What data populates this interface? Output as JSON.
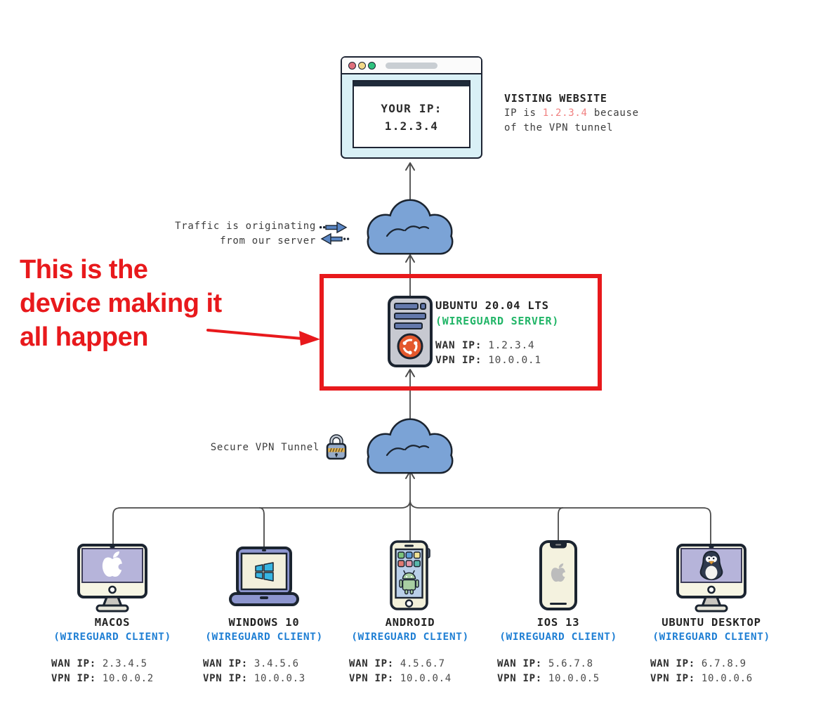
{
  "colors": {
    "accent_red": "#e8191c",
    "client_blue": "#1f7fd4",
    "server_green": "#21b567",
    "ip_salmon": "#f08080",
    "cloud_blue": "#7ba3d6",
    "outline_dark": "#1b2430"
  },
  "browser": {
    "your_ip_label": "YOUR IP:",
    "your_ip_value": "1.2.3.4"
  },
  "website_note": {
    "title": "VISTING WEBSITE",
    "line1_pre": "IP is ",
    "ip": "1.2.3.4",
    "line1_post": " because",
    "line2": "of the VPN tunnel"
  },
  "traffic_label": {
    "line1": "Traffic is originating",
    "line2": "from our server"
  },
  "annotation": {
    "line1": "This is the",
    "line2": "device making it",
    "line3": "all happen"
  },
  "tunnel_label": "Secure VPN Tunnel",
  "server": {
    "icon": "server-tower-ubuntu-icon",
    "name": "UBUNTU 20.04 LTS",
    "role": "(WIREGUARD SERVER)",
    "wan_label": "WAN IP:",
    "wan_value": "1.2.3.4",
    "vpn_label": "VPN IP:",
    "vpn_value": "10.0.0.1"
  },
  "clients": [
    {
      "icon": "imac-apple-icon",
      "name": "MACOS",
      "role": "(WIREGUARD CLIENT)",
      "wan_label": "WAN IP:",
      "wan_value": "2.3.4.5",
      "vpn_label": "VPN IP:",
      "vpn_value": "10.0.0.2"
    },
    {
      "icon": "laptop-windows-icon",
      "name": "WINDOWS 10",
      "role": "(WIREGUARD CLIENT)",
      "wan_label": "WAN IP:",
      "wan_value": "3.4.5.6",
      "vpn_label": "VPN IP:",
      "vpn_value": "10.0.0.3"
    },
    {
      "icon": "phone-android-icon",
      "name": "ANDROID",
      "role": "(WIREGUARD CLIENT)",
      "wan_label": "WAN IP:",
      "wan_value": "4.5.6.7",
      "vpn_label": "VPN IP:",
      "vpn_value": "10.0.0.4"
    },
    {
      "icon": "phone-iphone-icon",
      "name": "IOS 13",
      "role": "(WIREGUARD CLIENT)",
      "wan_label": "WAN IP:",
      "wan_value": "5.6.7.8",
      "vpn_label": "VPN IP:",
      "vpn_value": "10.0.0.5"
    },
    {
      "icon": "imac-tux-icon",
      "name": "UBUNTU DESKTOP",
      "role": "(WIREGUARD CLIENT)",
      "wan_label": "WAN IP:",
      "wan_value": "6.7.8.9",
      "vpn_label": "VPN IP:",
      "vpn_value": "10.0.0.6"
    }
  ]
}
